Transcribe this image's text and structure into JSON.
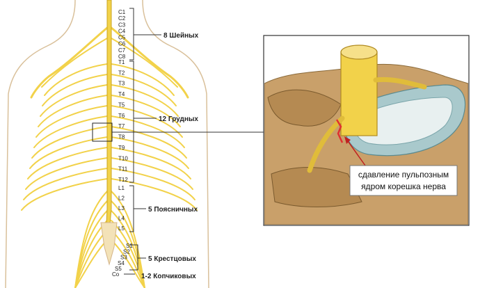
{
  "vertebrae": {
    "cervical": [
      "C1",
      "C2",
      "C3",
      "C4",
      "C5",
      "C6",
      "C7",
      "C8"
    ],
    "thoracic": [
      "T1",
      "T2",
      "T3",
      "T4",
      "T5",
      "T6",
      "T7",
      "T8",
      "T9",
      "T10",
      "T11",
      "T12"
    ],
    "lumbar": [
      "L1",
      "L2",
      "L3",
      "L4",
      "L5"
    ],
    "sacral": [
      "S1",
      "S2",
      "S3",
      "S4",
      "S5"
    ],
    "coccygeal": [
      "Co"
    ]
  },
  "groups": {
    "cervical": "8 Шейных",
    "thoracic": "12 Грудных",
    "lumbar": "5 Поясничных",
    "sacral": "5 Крестцовых",
    "coccygeal": "1-2 Копчиковых"
  },
  "callout": {
    "line1": "сдавление пульпозным",
    "line2": "ядром корешка нерва"
  },
  "colors": {
    "nerve": "#f2d24a",
    "nerve_dark": "#c9a420",
    "skin_outline": "#d4b58a",
    "bone": "#c9a06a",
    "bone_dark": "#8a6a3a",
    "disc": "#9ec0c3",
    "compression": "#e03030"
  }
}
